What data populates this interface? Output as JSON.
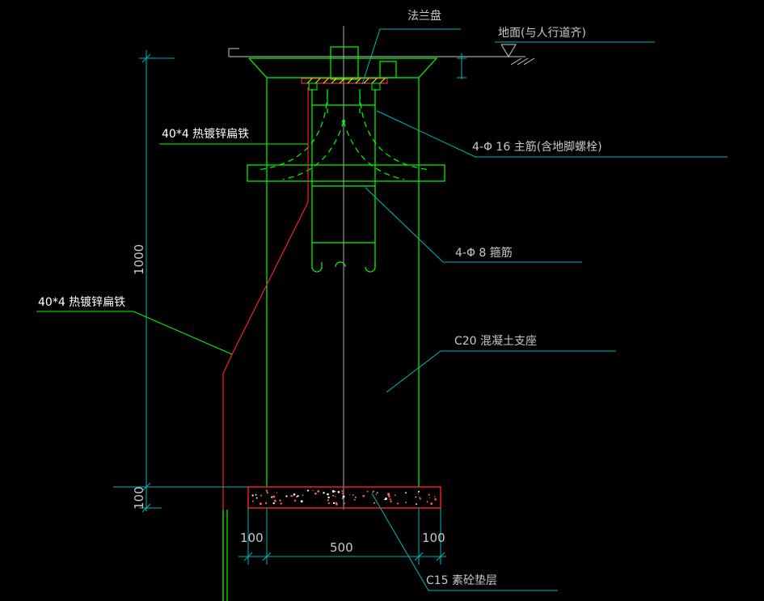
{
  "labels": {
    "flange": "法兰盘",
    "ground": "地面(与人行道齐)",
    "main_rebar": "4-Φ 16 主筋(含地脚螺栓)",
    "stirrup": "4-Φ 8 箍筋",
    "flat_iron_upper": "40*4 热镀锌扁铁",
    "flat_iron_lower": "40*4 热镀锌扁铁",
    "concrete_base": "C20 混凝土支座",
    "cushion": "C15 素砼垫层"
  },
  "dimensions": {
    "height": "1000",
    "cushion_thickness": "100",
    "left_offset": "100",
    "width": "500",
    "right_offset": "100"
  },
  "colors": {
    "background": "#000000",
    "structure": "#00ff00",
    "leader": "#00b8b8",
    "text": "#c8c8c8",
    "label_white": "#ffffff",
    "grounding": "#ff2020",
    "rebar_dashed": "#00ff00",
    "fill_dots": "#ff6060"
  }
}
